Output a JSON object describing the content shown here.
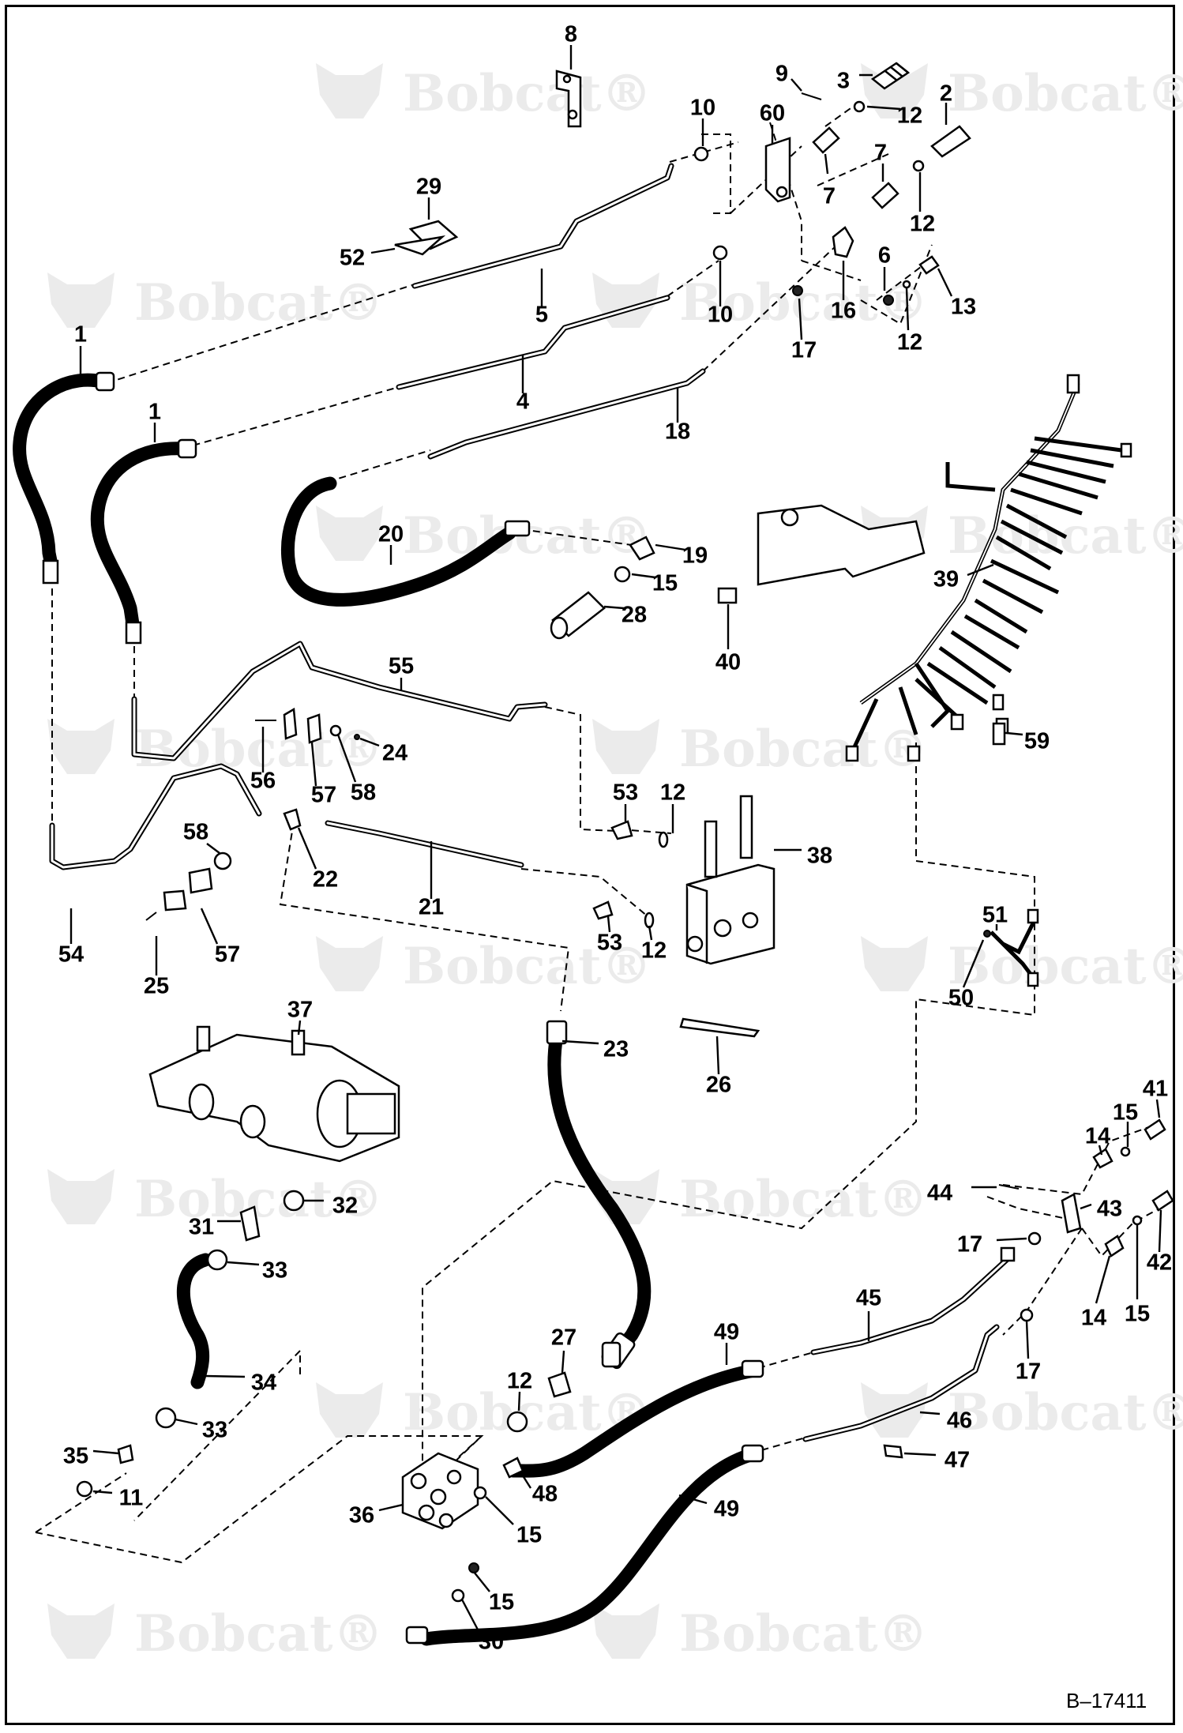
{
  "watermark": {
    "brand": "Bobcat",
    "trademark": "®"
  },
  "document_id": "B–17411",
  "callouts": [
    "1",
    "2",
    "3",
    "4",
    "5",
    "6",
    "7",
    "8",
    "9",
    "10",
    "11",
    "12",
    "13",
    "14",
    "15",
    "16",
    "17",
    "18",
    "19",
    "20",
    "21",
    "22",
    "23",
    "24",
    "25",
    "26",
    "27",
    "28",
    "29",
    "30",
    "31",
    "32",
    "33",
    "34",
    "35",
    "36",
    "37",
    "38",
    "39",
    "40",
    "41",
    "42",
    "43",
    "44",
    "45",
    "46",
    "47",
    "48",
    "49",
    "50",
    "51",
    "52",
    "53",
    "54",
    "55",
    "56",
    "57",
    "58",
    "59",
    "60"
  ],
  "colors": {
    "line": "#000000",
    "background": "#ffffff",
    "watermark": "#ebebeb"
  }
}
